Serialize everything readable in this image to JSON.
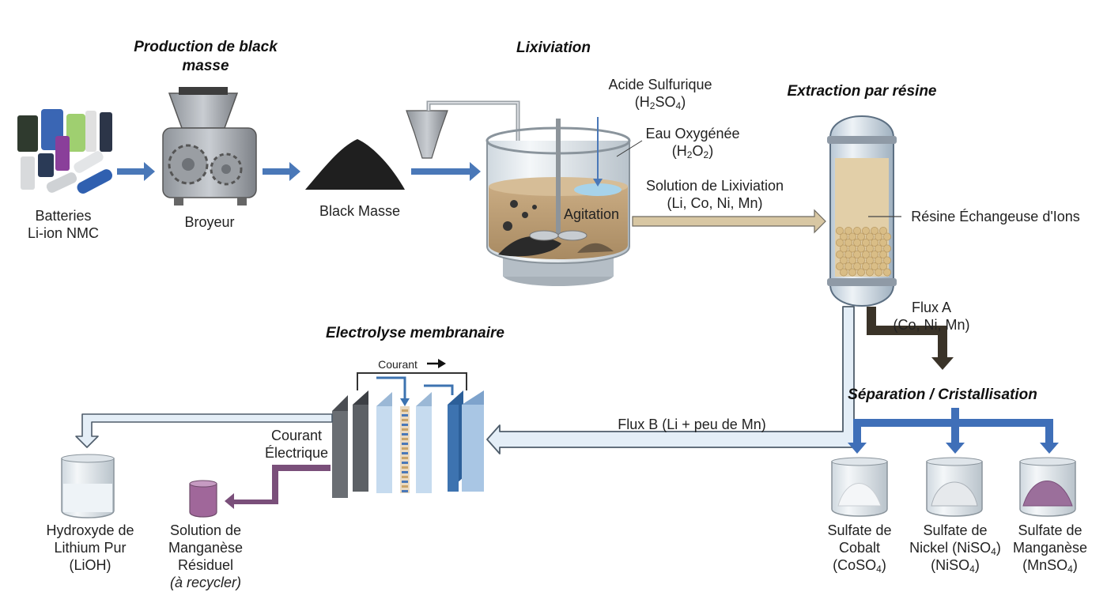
{
  "stages": {
    "black_mass_production": {
      "title_line1": "Production de black",
      "title_line2": "masse"
    },
    "leaching": {
      "title": "Lixiviation"
    },
    "resin_extraction": {
      "title": "Extraction par résine"
    },
    "membrane_electrolysis": {
      "title": "Electrolyse membranaire"
    },
    "separation": {
      "title": "Séparation / Cristallisation"
    }
  },
  "items": {
    "batteries": {
      "line1": "Batteries",
      "line2": "Li-ion NMC"
    },
    "crusher": {
      "label": "Broyeur"
    },
    "black_mass": {
      "label": "Black Masse"
    },
    "sulfuric_acid": {
      "line1": "Acide Sulfurique",
      "formula_pre": "(H",
      "sub1": "2",
      "mid": "SO",
      "sub2": "4",
      "post": ")"
    },
    "hydrogen_peroxide": {
      "line1": "Eau Oxygénée",
      "formula_pre": "(H",
      "sub1": "2",
      "mid": "O",
      "sub2": "2",
      "post": ")"
    },
    "agitation": {
      "label": "Agitation"
    },
    "leach_solution": {
      "line1": "Solution de Lixiviation",
      "line2": "(Li, Co, Ni, Mn)"
    },
    "resin": {
      "label": "Résine Échangeuse d'Ions"
    },
    "flux_a": {
      "line1": "Flux A",
      "line2": "(Co, Ni, Mn)"
    },
    "flux_b": {
      "label": "Flux B (Li + peu de Mn)"
    },
    "current_top": {
      "label": "Courant"
    },
    "current_electric": {
      "line1": "Courant",
      "line2": "Électrique"
    },
    "lioh": {
      "line1": "Hydroxyde de",
      "line2": "Lithium Pur",
      "line3": "(LiOH)"
    },
    "mn_solution": {
      "line1": "Solution de",
      "line2": "Manganèse",
      "line3": "Résiduel",
      "line4": "(à recycler)"
    },
    "cobalt_sulfate": {
      "line1": "Sulfate de",
      "line2": "Cobalt",
      "f_pre": "(CoSO",
      "f_sub": "4",
      "f_post": ")"
    },
    "nickel_sulfate": {
      "line1": "Sulfate de",
      "l2_pre": "Nickel (NiSO",
      "l2_sub": "4",
      "l2_post": ")",
      "f_pre": "(NiSO",
      "f_sub": "4",
      "f_post": ")"
    },
    "manganese_sulfate": {
      "line1": "Sulfate de",
      "line2": "Manganèse",
      "f_pre": "(MnSO",
      "f_sub": "4",
      "f_post": ")"
    }
  },
  "colors": {
    "process_arrow": "#4a78b8",
    "leach_arrow": "#d8c7a3",
    "flux_a_arrow": "#3a3328",
    "flux_b_arrow": "#e4eef7",
    "mn_arrow": "#7a4f7a",
    "crystal_distribution": "#3f6fb8"
  }
}
